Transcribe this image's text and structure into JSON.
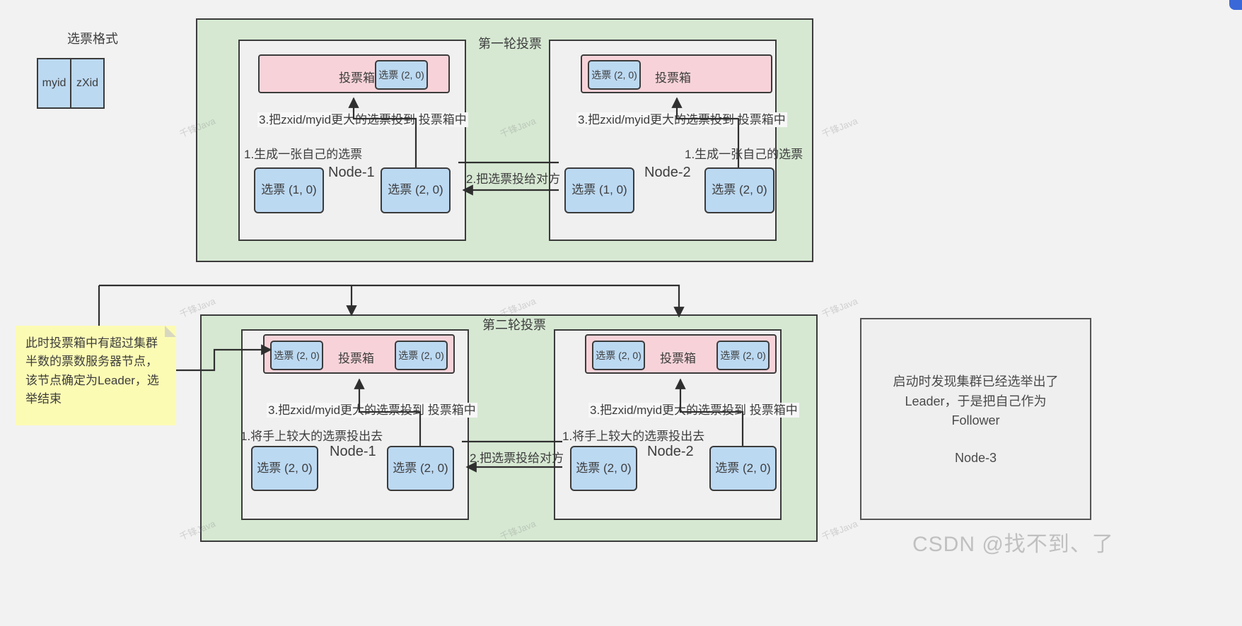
{
  "legend": {
    "title": "选票格式",
    "fields": [
      "myid",
      "zXid"
    ]
  },
  "rounds": [
    {
      "title": "第一轮投票",
      "nodes": [
        {
          "name": "Node-1",
          "ballot_box_label": "投票箱",
          "ballot_box_votes": [
            "选票 (2, 0)"
          ],
          "step1": "1.生成一张自己的选票",
          "step3": "3.把zxid/myid更大的选票投到 投票箱中",
          "own_votes": [
            "选票 (1, 0)",
            "选票 (2, 0)"
          ]
        },
        {
          "name": "Node-2",
          "ballot_box_label": "投票箱",
          "ballot_box_votes": [
            "选票 (2, 0)"
          ],
          "step1": "1.生成一张自己的选票",
          "step3": "3.把zxid/myid更大的选票投到 投票箱中",
          "own_votes": [
            "选票 (1, 0)",
            "选票 (2, 0)"
          ]
        }
      ],
      "exchange_label": "2.把选票投给对方"
    },
    {
      "title": "第二轮投票",
      "nodes": [
        {
          "name": "Node-1",
          "ballot_box_label": "投票箱",
          "ballot_box_votes": [
            "选票 (2, 0)",
            "选票 (2, 0)"
          ],
          "step1": "1.将手上较大的选票投出去",
          "step3": "3.把zxid/myid更大的选票投到 投票箱中",
          "own_votes": [
            "选票 (2, 0)",
            "选票 (2, 0)"
          ]
        },
        {
          "name": "Node-2",
          "ballot_box_label": "投票箱",
          "ballot_box_votes": [
            "选票 (2, 0)",
            "选票 (2, 0)"
          ],
          "step1": "1.将手上较大的选票投出去",
          "step3": "3.把zxid/myid更大的选票投到 投票箱中",
          "own_votes": [
            "选票 (2, 0)",
            "选票 (2, 0)"
          ]
        }
      ],
      "exchange_label": "2.把选票投给对方"
    }
  ],
  "note": {
    "text": "此时投票箱中有超过集群半数的票数服务器节点，该节点确定为Leader，选举结束"
  },
  "node3": {
    "text": "启动时发现集群已经选举出了Leader，于是把自己作为Follower",
    "name": "Node-3"
  },
  "watermark": {
    "tile": "千锋Java",
    "csdn": "CSDN @找不到、了"
  },
  "colors": {
    "round_bg": "#d6e8d2",
    "panel_bg": "#f0f0f0",
    "ballotbox_bg": "#f7d3d9",
    "vote_bg": "#bcd9f2",
    "note_bg": "#fcfbb4",
    "stroke": "#3b3b3b"
  }
}
